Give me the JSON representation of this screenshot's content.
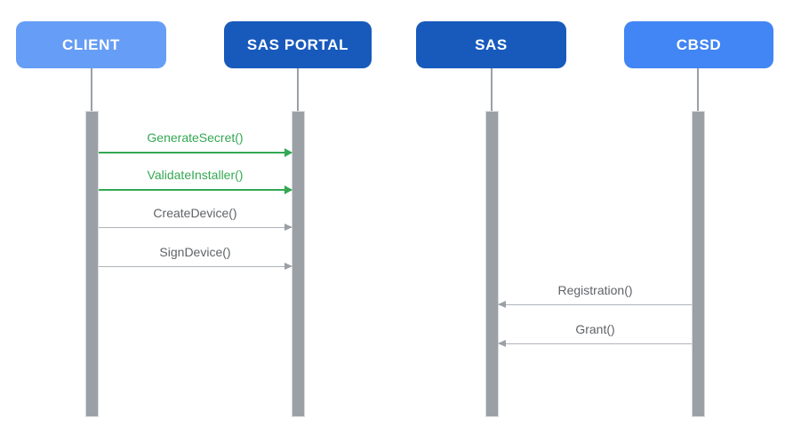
{
  "diagram": {
    "type": "sequence-diagram",
    "colors": {
      "participant_light_blue": "#669DF6",
      "participant_dark_blue": "#185ABC",
      "participant_medium_blue": "#4285F4",
      "lifeline_gray": "#9AA0A6",
      "message_green": "#34A853",
      "message_gray_text": "#5F6368",
      "message_gray_line": "#AEB3B9",
      "background": "#FFFFFF"
    },
    "participants": [
      {
        "id": "client",
        "label": "CLIENT"
      },
      {
        "id": "sas-portal",
        "label": "SAS PORTAL"
      },
      {
        "id": "sas",
        "label": "SAS"
      },
      {
        "id": "cbsd",
        "label": "CBSD"
      }
    ],
    "messages": [
      {
        "label": "GenerateSecret()",
        "from": "client",
        "to": "sas-portal",
        "direction": "right",
        "color": "#34A853"
      },
      {
        "label": "ValidateInstaller()",
        "from": "client",
        "to": "sas-portal",
        "direction": "right",
        "color": "#34A853"
      },
      {
        "label": "CreateDevice()",
        "from": "client",
        "to": "sas-portal",
        "direction": "right",
        "color": "#5F6368"
      },
      {
        "label": "SignDevice()",
        "from": "client",
        "to": "sas-portal",
        "direction": "right",
        "color": "#5F6368"
      },
      {
        "label": "Registration()",
        "from": "cbsd",
        "to": "sas",
        "direction": "left",
        "color": "#5F6368"
      },
      {
        "label": "Grant()",
        "from": "cbsd",
        "to": "sas",
        "direction": "left",
        "color": "#5F6368"
      }
    ]
  }
}
